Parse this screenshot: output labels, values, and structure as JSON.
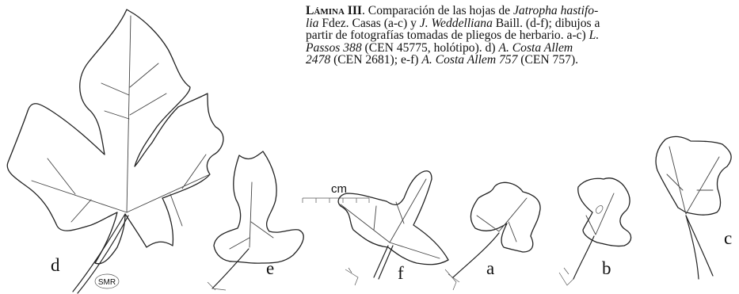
{
  "caption": {
    "plate": "Lámina III",
    "t1": ". Comparación de las hojas de ",
    "sp1a": "Jatropha hastifo-",
    "sp1b": "lia",
    "t2": " Fdez. Casas (a-c) y ",
    "sp2": "J. Weddelliana",
    "t3": " Baill. (d-f); dibujos a",
    "t4": "partir de fotografías tomadas de pliegos de herbario. a-c) ",
    "coll1a": "L.",
    "coll1b": "Passos 388",
    "t5": " (CEN 45775, holótipo). d) ",
    "coll2a": "A. Costa Allem",
    "coll2b": "2478",
    "t6": " (CEN 2681); e-f) ",
    "coll3": "A. Costa Allem 757",
    "t7": " (CEN 757)."
  },
  "scale_label": "cm",
  "figure_labels": {
    "d": "d",
    "e": "e",
    "f": "f",
    "a": "a",
    "b": "b",
    "c": "c"
  },
  "artist_mark": "SMR"
}
